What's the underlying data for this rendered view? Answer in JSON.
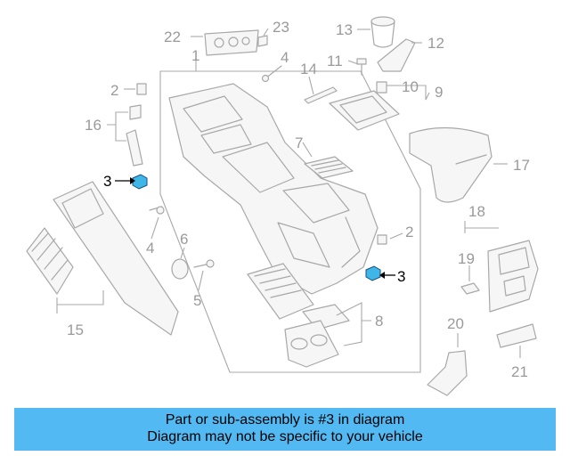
{
  "callouts": {
    "c22": "22",
    "c23": "23",
    "c13": "13",
    "c12": "12",
    "c1": "1",
    "c4a": "4",
    "c11": "11",
    "c14": "14",
    "c2a": "2",
    "c10": "10",
    "c9": "9",
    "c16": "16",
    "c7": "7",
    "c17": "17",
    "c3a": "3",
    "c18": "18",
    "c2b": "2",
    "c6": "6",
    "c4b": "4",
    "c19": "19",
    "c3b": "3",
    "c5": "5",
    "c8": "8",
    "c15": "15",
    "c20": "20",
    "c21": "21"
  },
  "banner": {
    "line1": "Part or sub-assembly is #3 in diagram",
    "line2": "Diagram may not be specific to your vehicle"
  },
  "colors": {
    "banner_bg": "#52b9f2",
    "highlight": "#3fb6e8"
  }
}
